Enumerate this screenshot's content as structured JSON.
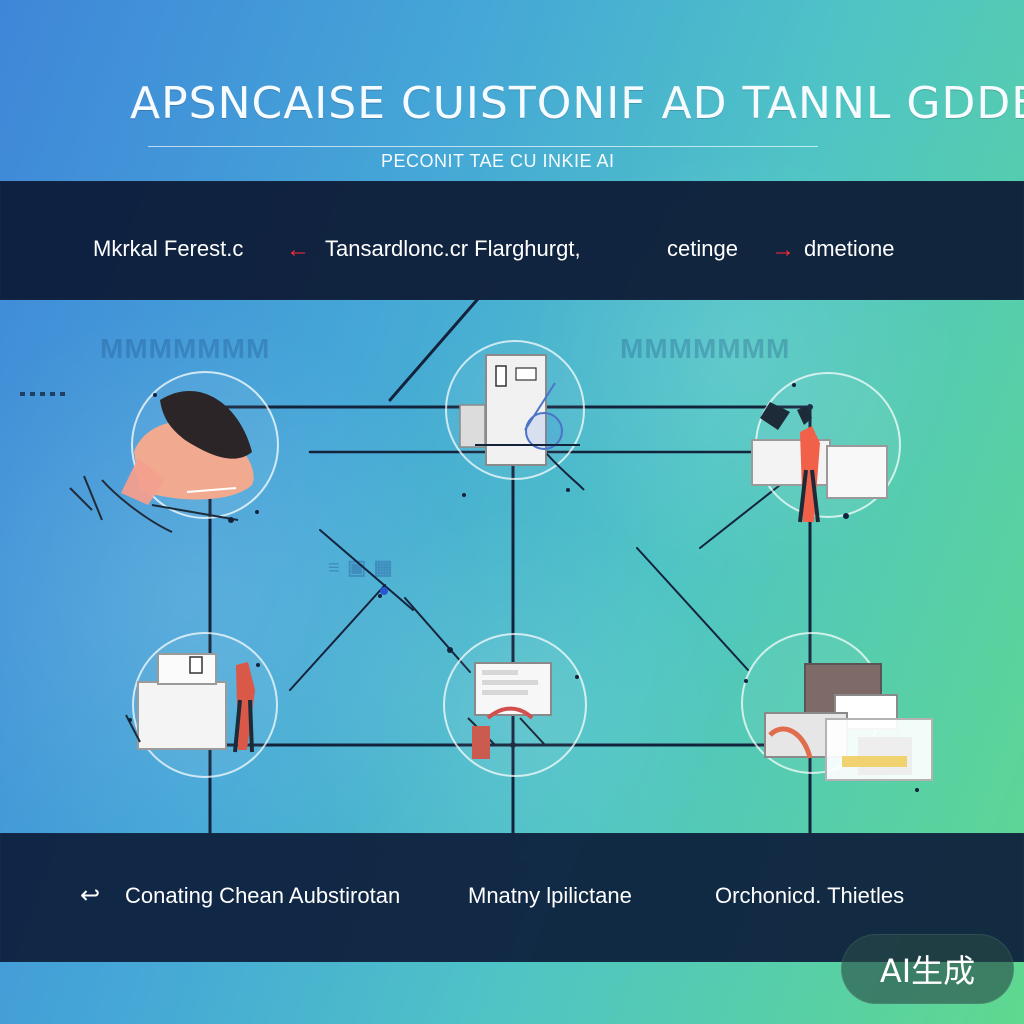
{
  "header": {
    "title": "APSNCAISE CUISTONIF AD TANNL GDDE",
    "subtitle": "PECONIT TAE CU INKIE AI"
  },
  "bands": {
    "top_labels": [
      "Mkrkal Ferest.c",
      "Tansardlonc.cr Flarghurgt,",
      "cetinge",
      "dmetione"
    ],
    "bottom_labels": [
      "Conating Chean Aubstirotan",
      "Mnatny lpilictane",
      "Orchonicd. Thietles"
    ]
  },
  "badge": {
    "text": "AI生成"
  },
  "colors": {
    "band": "#0c1934",
    "line": "#13233b",
    "accent": "#ff2b37",
    "background_start": "#3f86d8",
    "background_end": "#5fd88f"
  },
  "icons": {
    "top_arrow_1": "left-arrow-icon",
    "top_arrow_2": "right-arrow-icon",
    "bottom_lead": "curved-mark-icon",
    "bottom_mid": "separator-icon"
  }
}
